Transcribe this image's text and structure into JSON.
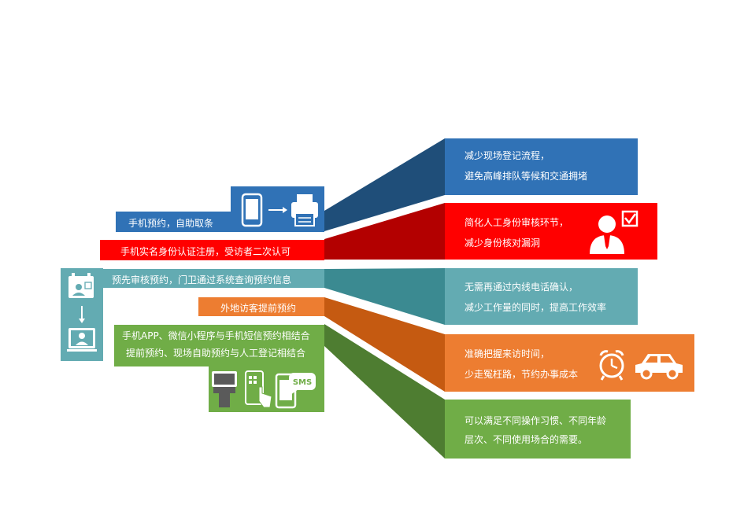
{
  "colors": {
    "blue": "#3072b6",
    "dark_blue": "#1f4e79",
    "red": "#ff0000",
    "dark_red": "#b30000",
    "teal": "#63abb2",
    "dark_teal": "#3b8a91",
    "orange": "#ed7d31",
    "dark_orange": "#c55a11",
    "green": "#70ad47",
    "dark_green": "#4e7d31"
  },
  "left": {
    "row1": "手机预约，自助取条",
    "row2": "手机实名身份认证注册，受访者二次认可",
    "row3": "预先审核预约，门卫通过系统查询预约信息",
    "row4": "外地访客提前预约",
    "row5_line1": "手机APP、微信小程序与手机短信预约相结合",
    "row5_line2": "提前预约、现场自助预约与人工登记相结合",
    "sms_label": "SMS"
  },
  "right": {
    "box1_line1": "减少现场登记流程，",
    "box1_line2": "避免高峰排队等候和交通拥堵",
    "box2_line1": "简化人工身份审核环节，",
    "box2_line2": "减少身份核对漏洞",
    "box3_line1": "无需再通过内线电话确认，",
    "box3_line2": "减少工作量的同时，提高工作效率",
    "box4_line1": "准确把握来访时间，",
    "box4_line2": "少走冤枉路，节约办事成本",
    "box5_line1": "可以满足不同操作习惯、不同年龄",
    "box5_line2": "层次、不同使用场合的需要。"
  },
  "icons": {
    "row1": [
      "phone-icon",
      "arrow-right-icon",
      "printer-icon"
    ],
    "row3": [
      "calendar-user-icon",
      "arrow-down-icon",
      "monitor-user-icon"
    ],
    "row5": [
      "kiosk-icon",
      "touch-phone-icon",
      "sms-phone-icon"
    ],
    "box2": [
      "user-check-icon"
    ],
    "box4": [
      "alarm-clock-icon",
      "car-icon"
    ]
  }
}
